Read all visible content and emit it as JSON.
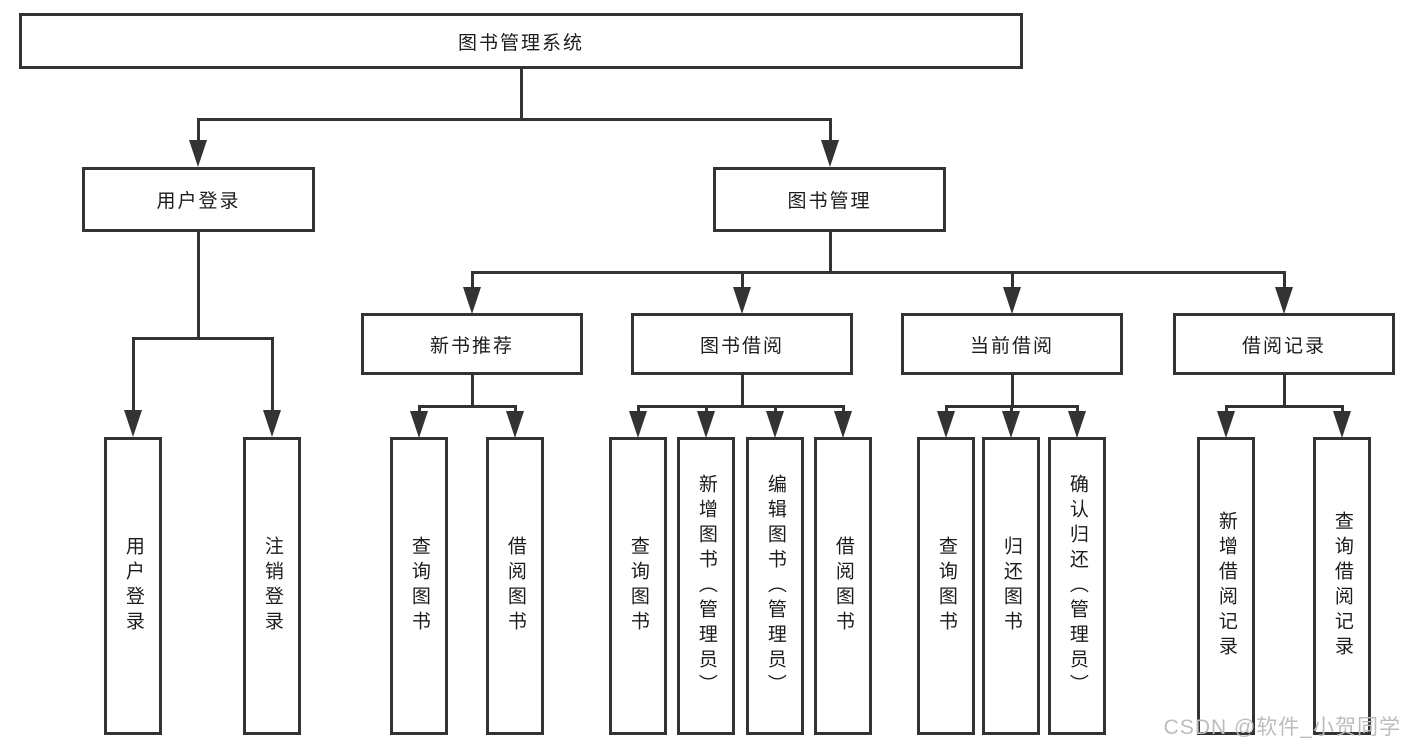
{
  "root": {
    "label": "图书管理系统"
  },
  "branches": [
    {
      "label": "用户登录",
      "children": [
        {
          "label": "用户登录"
        },
        {
          "label": "注销登录"
        }
      ]
    },
    {
      "label": "图书管理",
      "children": [
        {
          "label": "新书推荐",
          "children": [
            {
              "label": "查询图书"
            },
            {
              "label": "借阅图书"
            }
          ]
        },
        {
          "label": "图书借阅",
          "children": [
            {
              "label": "查询图书"
            },
            {
              "label": "新增图书（管理员）"
            },
            {
              "label": "编辑图书（管理员）"
            },
            {
              "label": "借阅图书"
            }
          ]
        },
        {
          "label": "当前借阅",
          "children": [
            {
              "label": "查询图书"
            },
            {
              "label": "归还图书"
            },
            {
              "label": "确认归还（管理员）"
            }
          ]
        },
        {
          "label": "借阅记录",
          "children": [
            {
              "label": "新增借阅记录"
            },
            {
              "label": "查询借阅记录"
            }
          ]
        }
      ]
    }
  ],
  "watermark": "CSDN @软件_小贺同学",
  "colors": {
    "line": "#333333",
    "text": "#1c1c1c",
    "background": "#ffffff",
    "watermark": "#bdbdbd"
  }
}
